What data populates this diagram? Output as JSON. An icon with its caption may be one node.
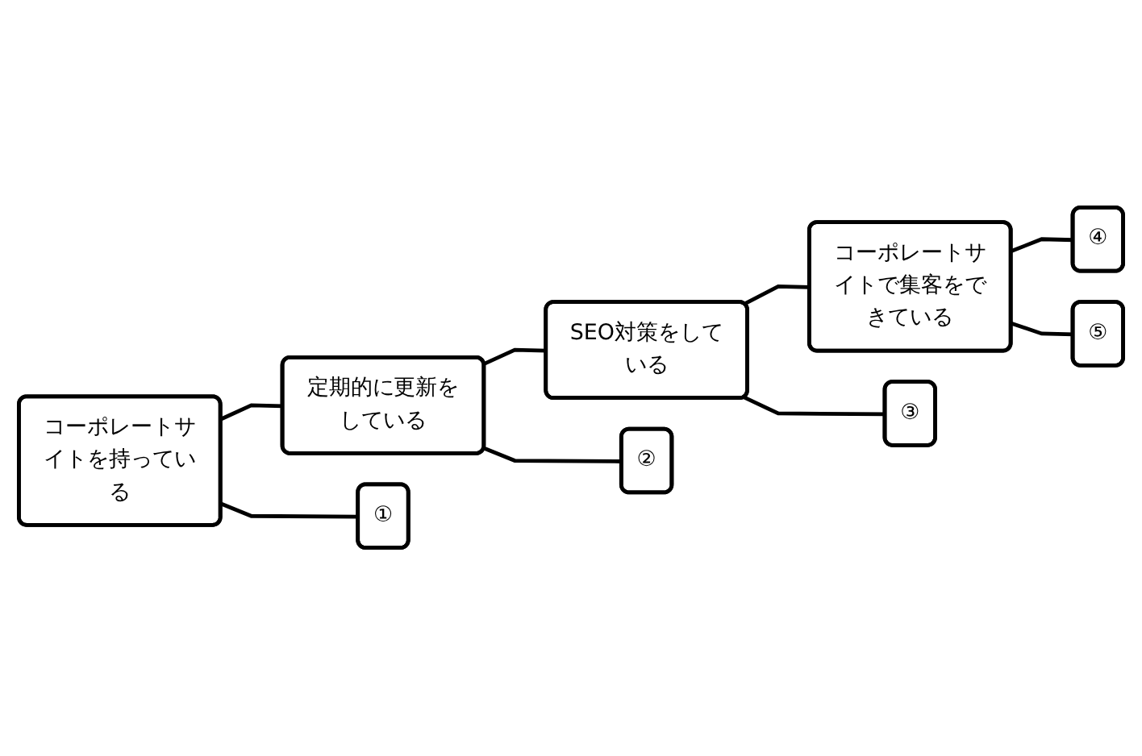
{
  "diagram": {
    "nodes": [
      {
        "text": [
          "コーポレートサイトを持っている"
        ]
      },
      {
        "text": [
          "定期的に更新をしている"
        ]
      },
      {
        "text": [
          "①"
        ]
      },
      {
        "text": [
          "SEO対策をしている"
        ]
      },
      {
        "text": [
          "②"
        ]
      },
      {
        "text": [
          "コーポレートサイトで集客をできている"
        ]
      },
      {
        "text": [
          "③"
        ]
      },
      {
        "text": [
          "④"
        ]
      },
      {
        "text": [
          "⑤"
        ]
      }
    ],
    "edges": [
      {
        "from": 0,
        "to": 1,
        "arrow": "none"
      },
      {
        "from": 0,
        "to": 2,
        "arrow": "none"
      },
      {
        "from": 1,
        "to": 3,
        "arrow": "none"
      },
      {
        "from": 1,
        "to": 4,
        "arrow": "none"
      },
      {
        "from": 3,
        "to": 5,
        "arrow": "none"
      },
      {
        "from": 3,
        "to": 6,
        "arrow": "none"
      },
      {
        "from": 5,
        "to": 7,
        "arrow": "none"
      },
      {
        "from": 5,
        "to": 8,
        "arrow": "none"
      }
    ]
  }
}
